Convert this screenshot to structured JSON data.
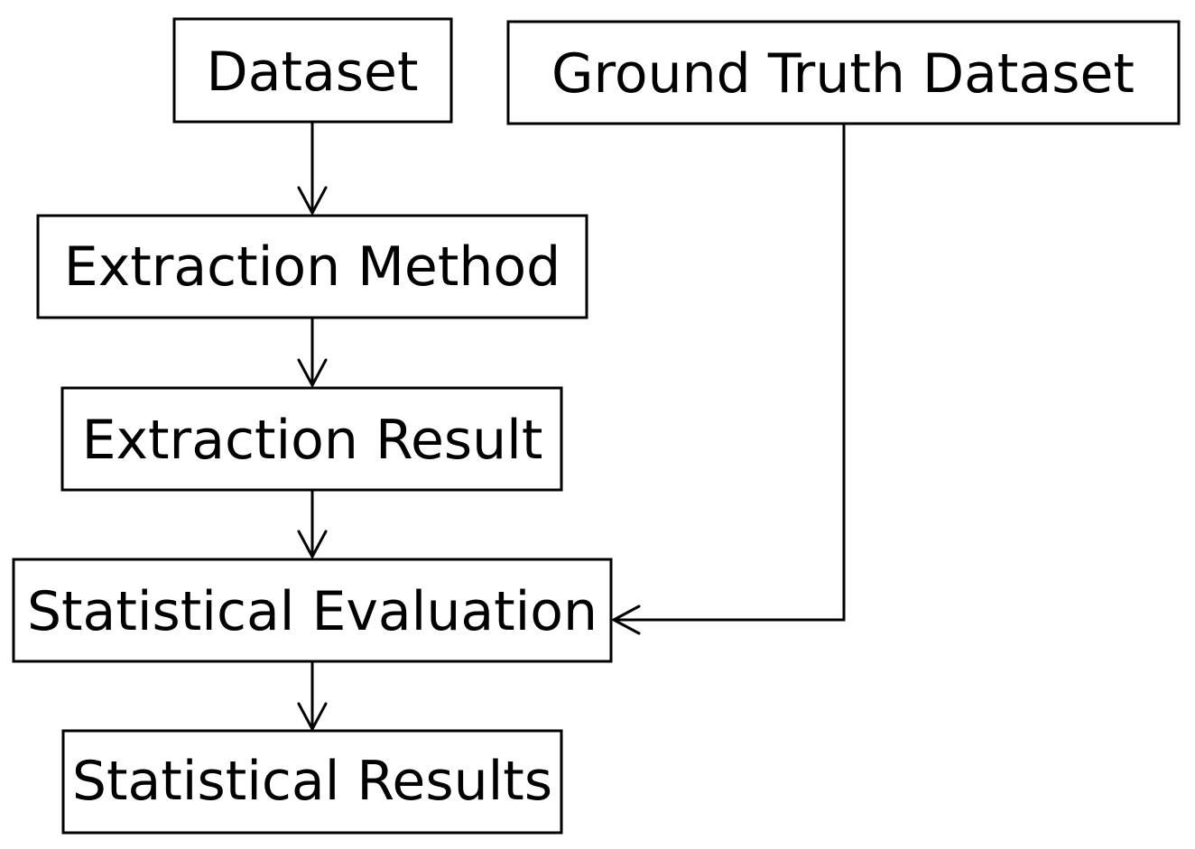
{
  "diagram": {
    "nodes": {
      "dataset": "Dataset",
      "ground_truth_dataset": "Ground Truth Dataset",
      "extraction_method": "Extraction Method",
      "extraction_result": "Extraction Result",
      "statistical_evaluation": "Statistical Evaluation",
      "statistical_results": "Statistical Results"
    },
    "edges": [
      {
        "from": "dataset",
        "to": "extraction_method"
      },
      {
        "from": "extraction_method",
        "to": "extraction_result"
      },
      {
        "from": "extraction_result",
        "to": "statistical_evaluation"
      },
      {
        "from": "ground_truth_dataset",
        "to": "statistical_evaluation"
      },
      {
        "from": "statistical_evaluation",
        "to": "statistical_results"
      }
    ],
    "colors": {
      "stroke": "#000000",
      "fill": "#ffffff",
      "text": "#000000"
    }
  }
}
